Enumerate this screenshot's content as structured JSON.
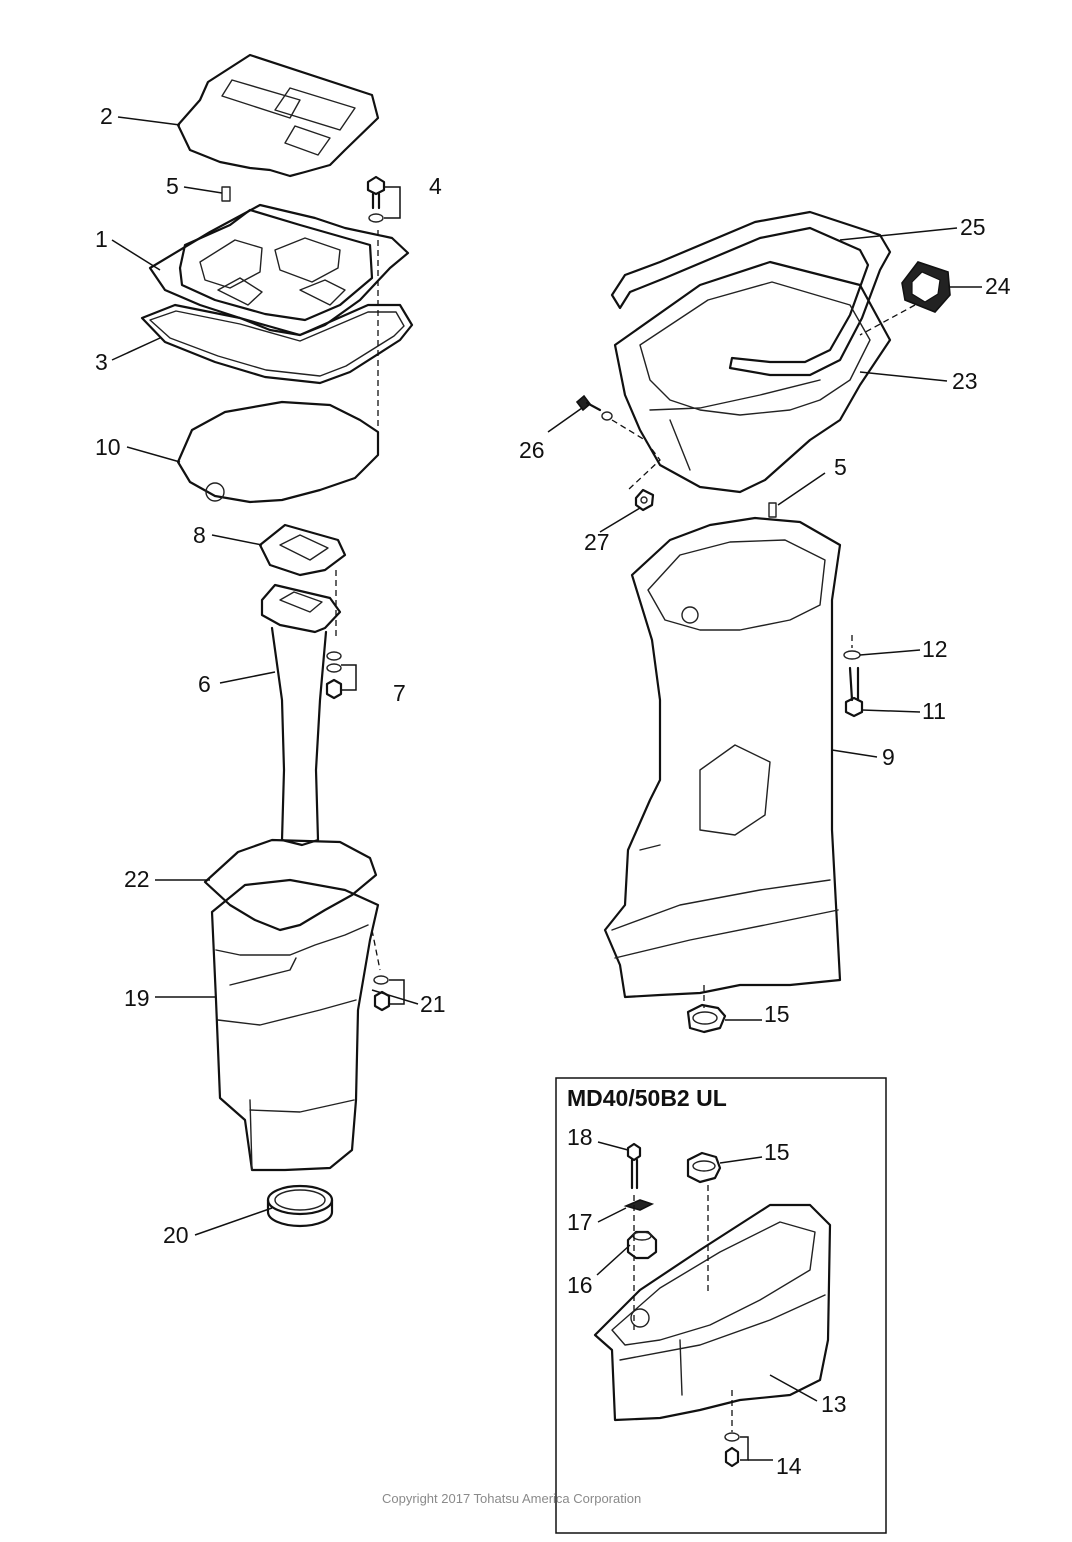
{
  "callouts": {
    "c1": "1",
    "c2": "2",
    "c3": "3",
    "c4": "4",
    "c5a": "5",
    "c5b": "5",
    "c6": "6",
    "c7": "7",
    "c8": "8",
    "c9": "9",
    "c10": "10",
    "c11": "11",
    "c12": "12",
    "c13": "13",
    "c14": "14",
    "c15a": "15",
    "c15b": "15",
    "c16": "16",
    "c17": "17",
    "c18": "18",
    "c19": "19",
    "c20": "20",
    "c21": "21",
    "c22": "22",
    "c23": "23",
    "c24": "24",
    "c25": "25",
    "c26": "26",
    "c27": "27"
  },
  "inset": {
    "title": "MD40/50B2 UL"
  },
  "footer": {
    "copyright": "Copyright 2017 Tohatsu America Corporation"
  }
}
